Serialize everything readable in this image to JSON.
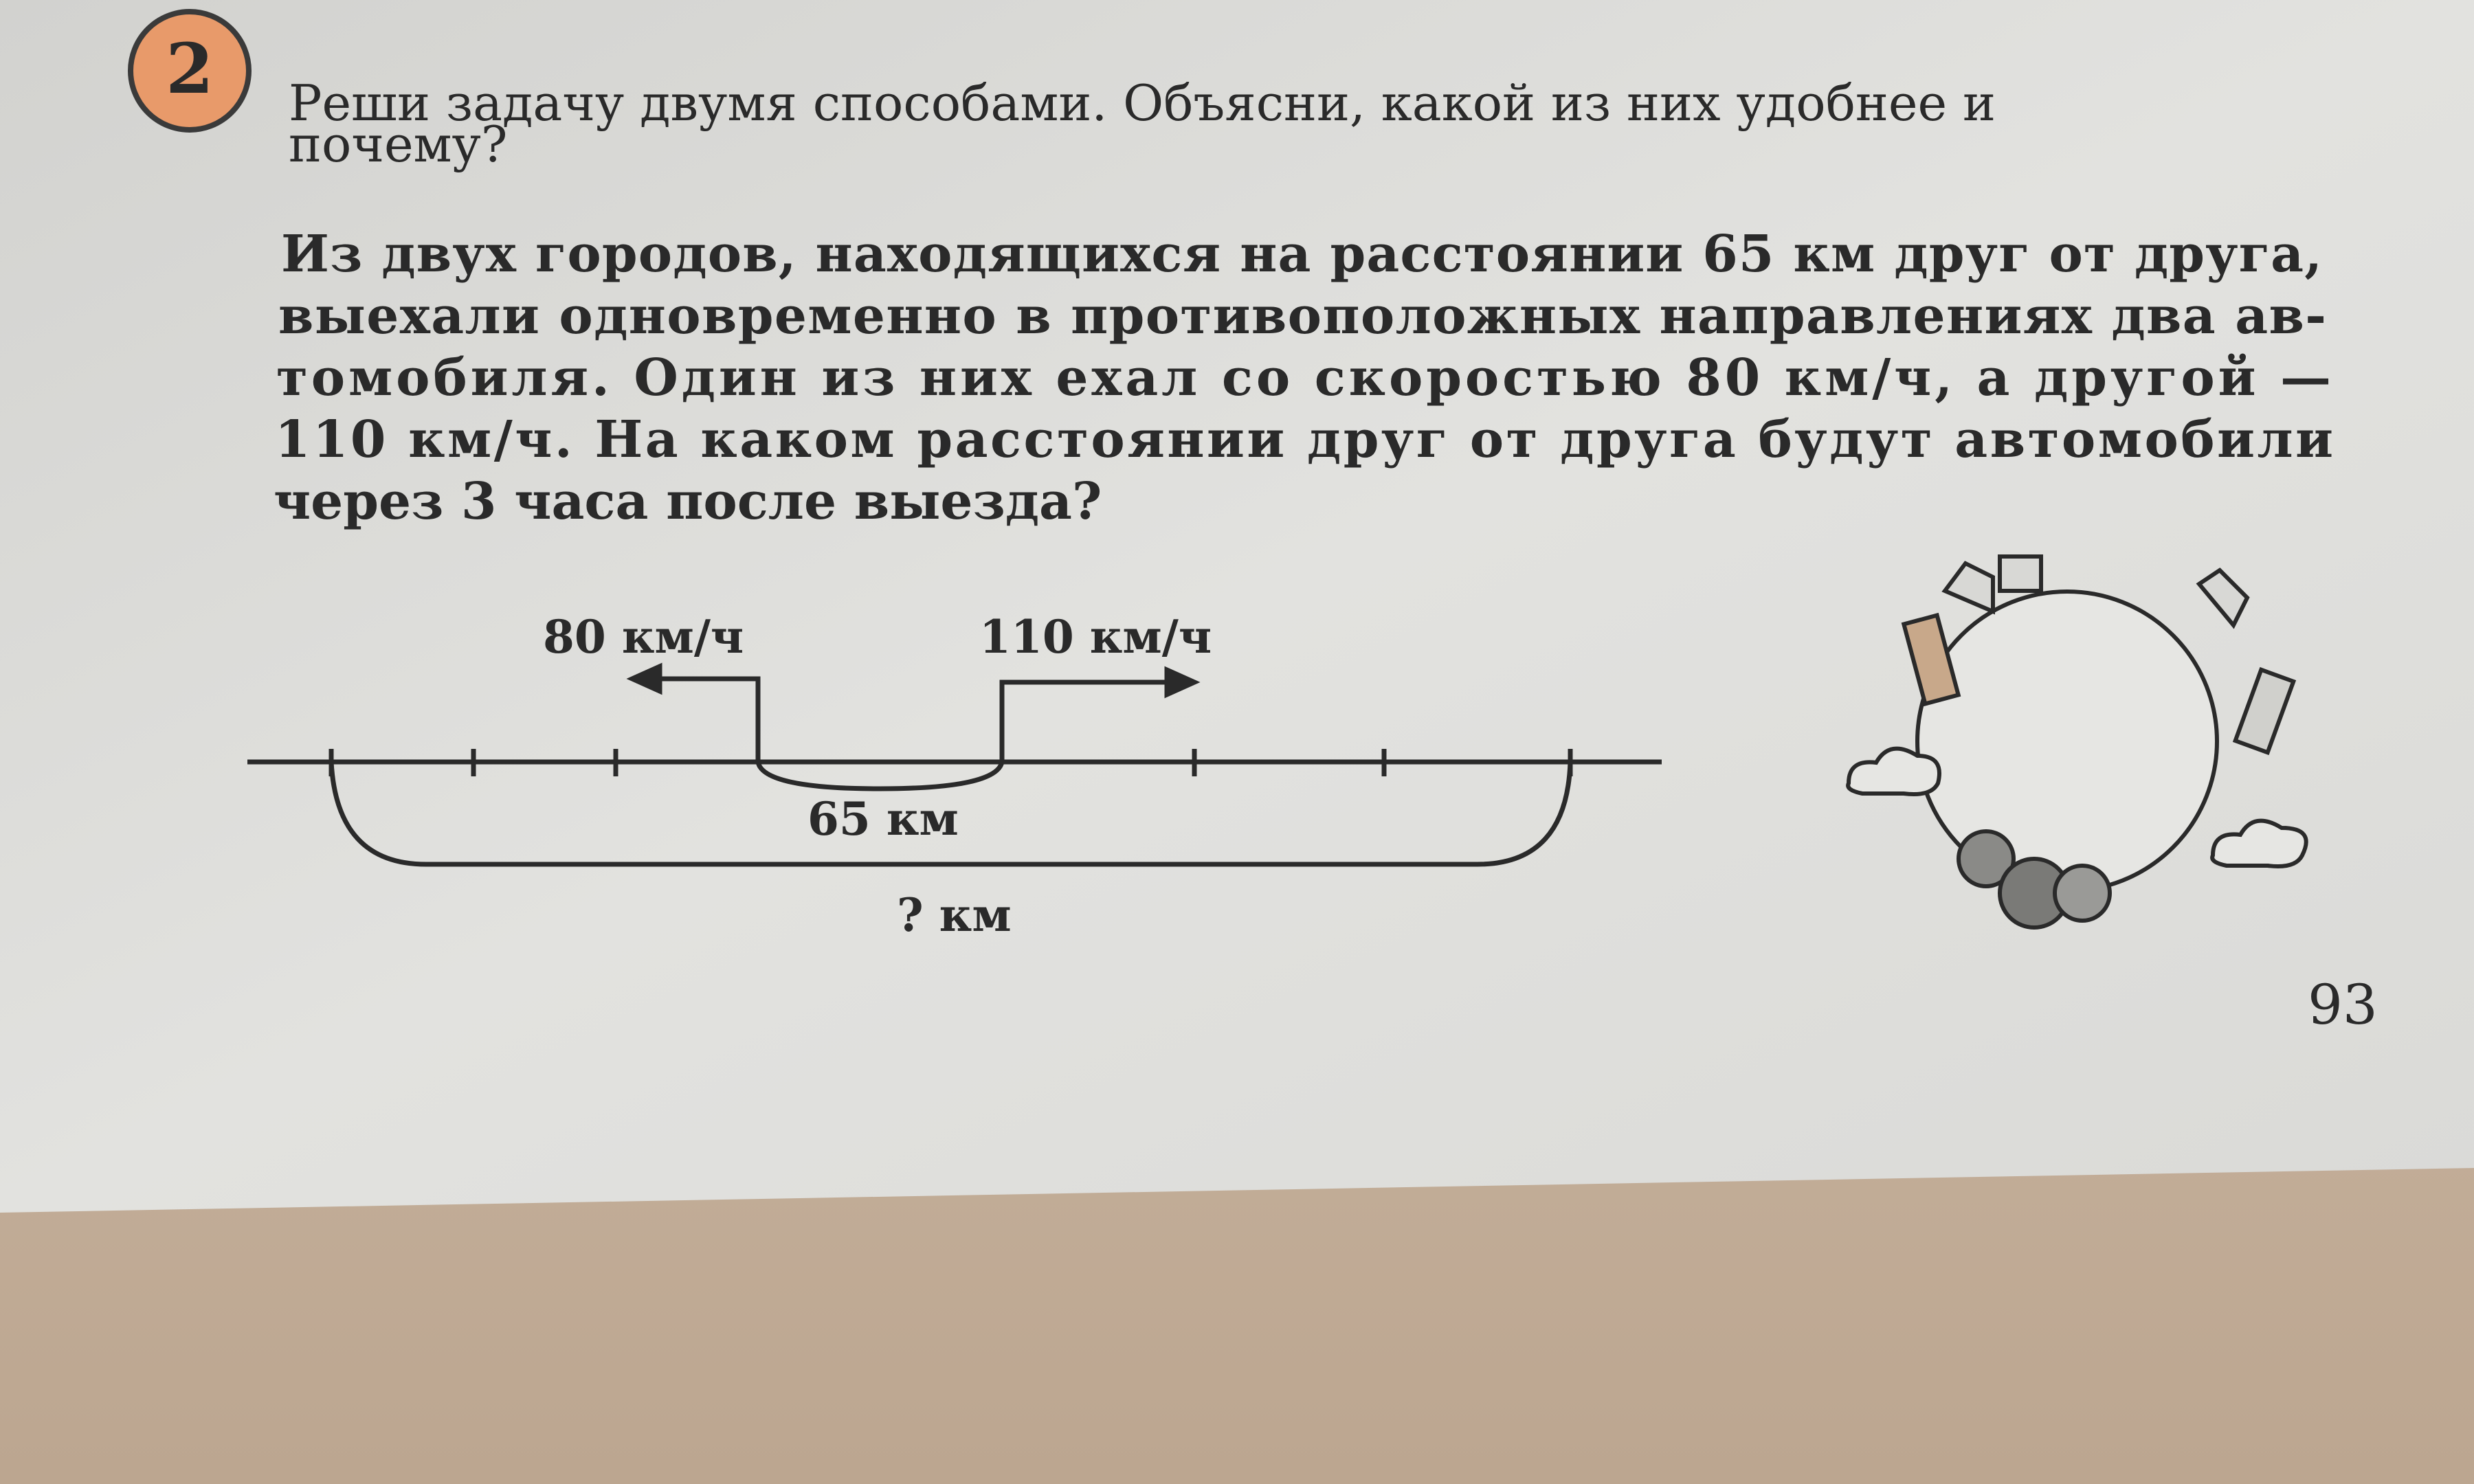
{
  "task": {
    "number": "2",
    "title_lines": [
      "Реши задачу двумя способами. Объясни, какой из них удобнее и",
      "почему?"
    ],
    "text_lines": [
      "Из двух городов, находящихся на расстоянии 65 км друг от друга,",
      "выехали одновременно в противоположных направлениях два ав-",
      "томобиля. Один из них ехал со скоростью 80 км/ч, а другой —",
      "110 км/ч. На каком расстоянии друг от друга будут автомобили",
      "через 3 часа после выезда?"
    ]
  },
  "diagram": {
    "speed_left": "80 км/ч",
    "speed_right": "110 км/ч",
    "distance_between": "65 км",
    "unknown_distance": "? км"
  },
  "page_number": "93",
  "colors": {
    "page": "#dcdcd9",
    "ink": "#2a2a2a",
    "badge": "#e89a6a",
    "table": "#c4ab95"
  }
}
